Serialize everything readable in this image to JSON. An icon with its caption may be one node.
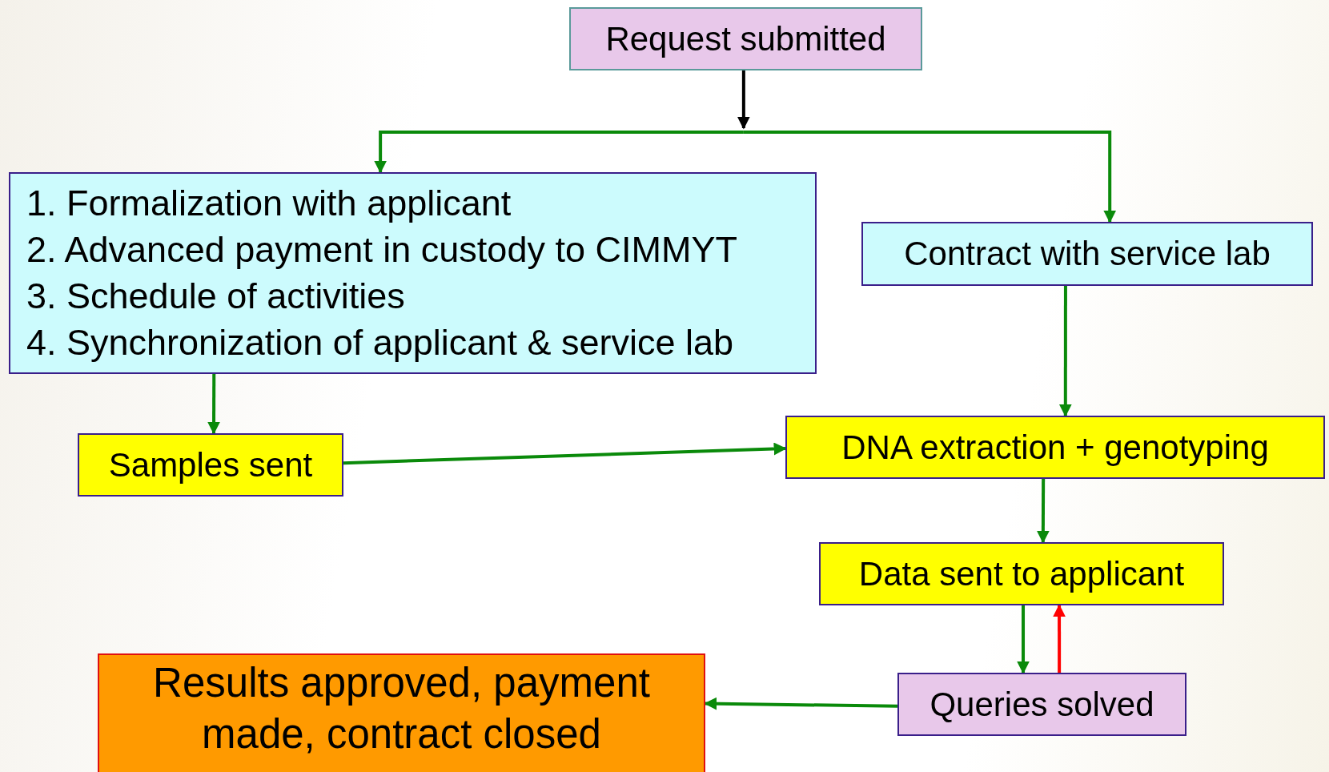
{
  "diagram": {
    "nodes": [
      {
        "text": [
          "Request submitted"
        ]
      },
      {
        "text": [
          "1. Formalization with applicant",
          "2. Advanced payment in custody to CIMMYT",
          "3. Schedule of activities",
          "4. Synchronization of applicant & service lab"
        ]
      },
      {
        "text": [
          "Contract with service lab"
        ]
      },
      {
        "text": [
          "Samples sent"
        ]
      },
      {
        "text": [
          "DNA extraction + genotyping"
        ]
      },
      {
        "text": [
          "Data sent to applicant"
        ]
      },
      {
        "text": [
          "Queries solved"
        ]
      },
      {
        "text": [
          "Results approved, payment made, contract closed"
        ]
      }
    ],
    "edges": [
      {
        "from": 0,
        "to": 1,
        "arrow": "to"
      },
      {
        "from": 0,
        "to": 2,
        "arrow": "to"
      },
      {
        "from": 1,
        "to": 3,
        "arrow": "to"
      },
      {
        "from": 2,
        "to": 4,
        "arrow": "to"
      },
      {
        "from": 3,
        "to": 4,
        "arrow": "to"
      },
      {
        "from": 4,
        "to": 5,
        "arrow": "to"
      },
      {
        "from": 5,
        "to": 6,
        "arrow": "to"
      },
      {
        "from": 6,
        "to": 5,
        "arrow": "to",
        "color": "#ff0000"
      },
      {
        "from": 6,
        "to": 7,
        "arrow": "to"
      }
    ]
  }
}
